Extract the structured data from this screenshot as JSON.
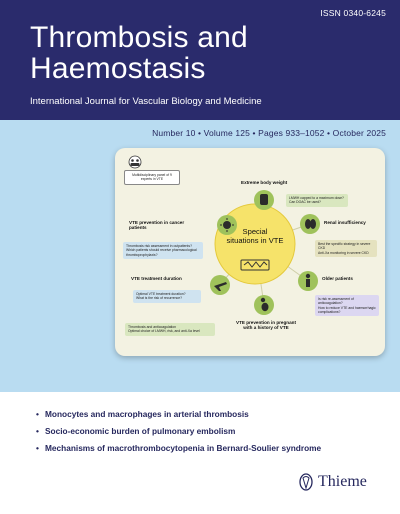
{
  "header": {
    "issn": "ISSN 0340-6245",
    "title_line1": "Thrombosis and",
    "title_line2": "Haemostasis",
    "subtitle": "International Journal for Vascular Biology and Medicine"
  },
  "issue": "Number 10 • Volume 125 • Pages 933–1052 • October 2025",
  "colors": {
    "header": "#2a2b6c",
    "band": "#b9dcf1",
    "accent": "#26285e",
    "hub": "#f6e36a"
  },
  "figure": {
    "panel_label": "Multidisciplinary panel of 9 experts in VTE",
    "center_line1": "Special",
    "center_line2": "situations in VTE",
    "topics": [
      {
        "label": "Extreme body weight",
        "icon": "scale-icon",
        "notes": [
          "LMWH capped to a maximum dose?",
          "Can DOAC be used?"
        ]
      },
      {
        "label": "Renal insufficiency",
        "icon": "kidney-icon",
        "notes": [
          "Best the specific strategy in severe CKD",
          "Anti-Xa monitoring in severe CKD"
        ]
      },
      {
        "label": "Older patients",
        "icon": "elderly-icon",
        "notes": [
          "Is risk re-assessment of anticoagulation?",
          "How to reduce VTE and haemorrhagic complications?"
        ]
      },
      {
        "label": "VTE prevention in pregnant with a history of VTE",
        "icon": "pregnant-icon",
        "notes": [
          "Thrombosis and anticoagulation",
          "Optimal choice of LMWH, risk, and anti-Xa level"
        ]
      },
      {
        "label": "VTE treatment duration",
        "icon": "flight-icon",
        "notes": [
          "Optimal VTE treatment duration?",
          "What is the risk of recurrence?"
        ]
      },
      {
        "label": "VTE prevention in cancer patients",
        "icon": "cancer-cell-icon",
        "notes": [
          "Thrombosis risk assessment in outpatients?",
          "Which patients should receive pharmacological thromboprophylaxis?"
        ]
      }
    ]
  },
  "articles": [
    "Monocytes and macrophages in arterial thrombosis",
    "Socio-economic burden of pulmonary embolism",
    "Mechanisms of macrothrombocytopenia in Bernard-Soulier syndrome"
  ],
  "brand": {
    "name": "Thieme"
  }
}
